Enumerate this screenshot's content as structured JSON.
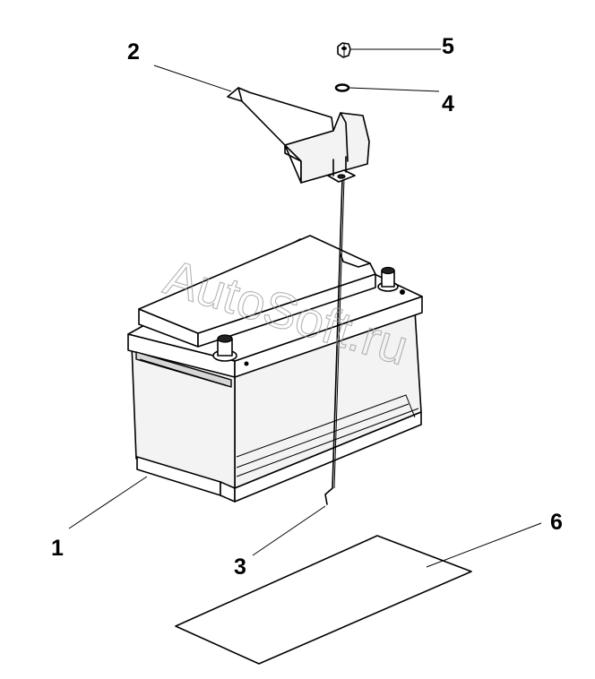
{
  "callouts": {
    "c1": "1",
    "c2": "2",
    "c3": "3",
    "c4": "4",
    "c5": "5",
    "c6": "6"
  },
  "watermark": "AutoSoft.ru"
}
